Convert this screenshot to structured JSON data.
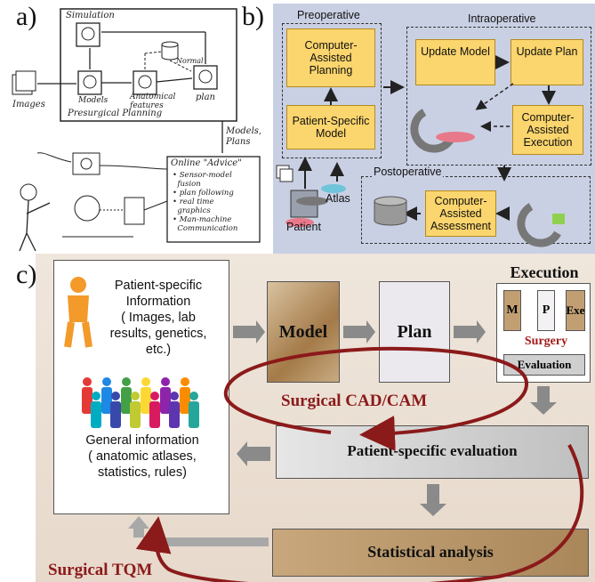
{
  "panel_a": {
    "label": "a)",
    "images_label": "Images",
    "simulation_label": "Simulation",
    "models_label": "Models",
    "anatomical_label": "Anatomical\nfeatures",
    "normal_label": "Normal",
    "plan_label": "plan",
    "presurgical_label": "Presurgical Planning",
    "models_plans_label": "Models,\nPlans",
    "online_advice_title": "Online \"Advice\"",
    "advice_items": [
      "• Sensor-model\n  fusion",
      "• plan following",
      "• real time\n  graphics",
      "• Man-machine\n  Communication"
    ]
  },
  "panel_b": {
    "label": "b)",
    "preoperative": "Preoperative",
    "intraoperative": "Intraoperative",
    "postoperative": "Postoperative",
    "cap": "Computer-\nAssisted\nPlanning",
    "psm": "Patient-Specific\nModel",
    "update_model": "Update Model",
    "update_plan": "Update Plan",
    "cae": "Computer-\nAssisted\nExecution",
    "caa": "Computer-\nAssisted\nAssessment",
    "patient": "Patient",
    "atlas": "Atlas"
  },
  "panel_c": {
    "label": "c)",
    "patient_info": "Patient-specific\nInformation\n( Images, lab\nresults, genetics,\netc.)",
    "general_info": "General information\n( anatomic atlases,\nstatistics, rules)",
    "model": "Model",
    "plan": "Plan",
    "execution_title": "Execution",
    "exec_m": "M",
    "exec_p": "P",
    "exec_exe": "Exe",
    "surgery": "Surgery",
    "evaluation": "Evaluation",
    "cadcam": "Surgical CAD/CAM",
    "pse": "Patient-specific evaluation",
    "stat": "Statistical analysis",
    "tqm": "Surgical TQM"
  },
  "colors": {
    "dark_red": "#8b1a1a",
    "yellow_box": "#fbd56d",
    "panel_b_bg": "#c9d0e3",
    "model_brown": "#b08a5c"
  }
}
